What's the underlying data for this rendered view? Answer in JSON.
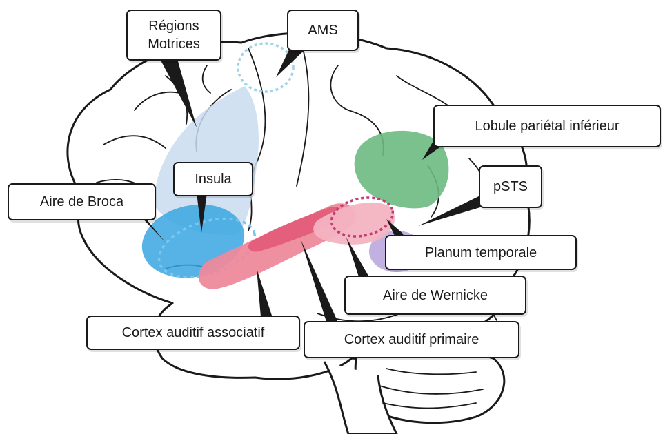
{
  "labels": {
    "regions_motrices": [
      "Régions",
      "Motrices"
    ],
    "ams": "AMS",
    "lobule_parietal": "Lobule pariétal inférieur",
    "insula": "Insula",
    "aire_broca": "Aire de Broca",
    "psts": "pSTS",
    "planum_temporale": "Planum temporale",
    "aire_wernicke": "Aire de Wernicke",
    "cortex_auditif_associatif": "Cortex auditif associatif",
    "cortex_auditif_primaire": "Cortex auditif primaire"
  },
  "colors": {
    "motor_regions": "#c9dcef",
    "broca": "#3aa6e0",
    "insula_outline": "#78c6ee",
    "ams_outline": "#9fd3ea",
    "lobule_parietal": "#6cba82",
    "auditory_associative": "#ee8a9c",
    "auditory_primary": "#e35d79",
    "wernicke": "#f3b3c1",
    "psts_outline": "#c23b75",
    "planum_temporale": "#b9a8dd",
    "outline": "#1a1a1a"
  }
}
